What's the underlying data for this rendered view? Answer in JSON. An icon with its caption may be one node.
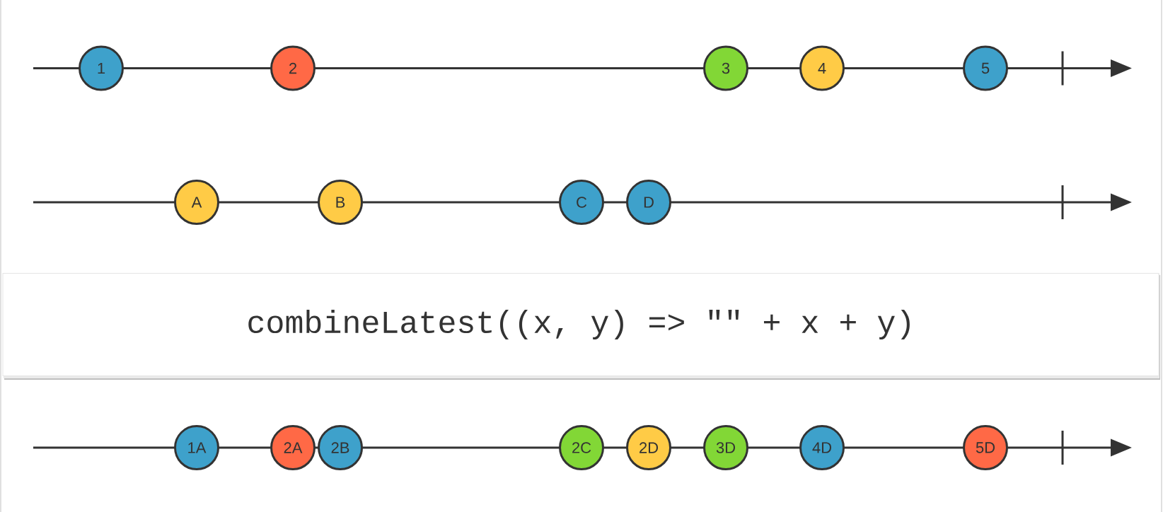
{
  "diagram": {
    "nodes": [
      {
        "text": [
          "1"
        ]
      },
      {
        "text": [
          "2"
        ]
      },
      {
        "text": [
          "3"
        ]
      },
      {
        "text": [
          "4"
        ]
      },
      {
        "text": [
          "5"
        ]
      },
      {
        "text": [
          "A"
        ]
      },
      {
        "text": [
          "B"
        ]
      },
      {
        "text": [
          "C"
        ]
      },
      {
        "text": [
          "D"
        ]
      },
      {
        "text": [
          "combineLatest((x, y) => \"\" + x + y)"
        ]
      },
      {
        "text": [
          "1A"
        ]
      },
      {
        "text": [
          "2A"
        ]
      },
      {
        "text": [
          "2B"
        ]
      },
      {
        "text": [
          "2C"
        ]
      },
      {
        "text": [
          "2D"
        ]
      },
      {
        "text": [
          "3D"
        ]
      },
      {
        "text": [
          "4D"
        ]
      },
      {
        "text": [
          "5D"
        ]
      }
    ]
  }
}
